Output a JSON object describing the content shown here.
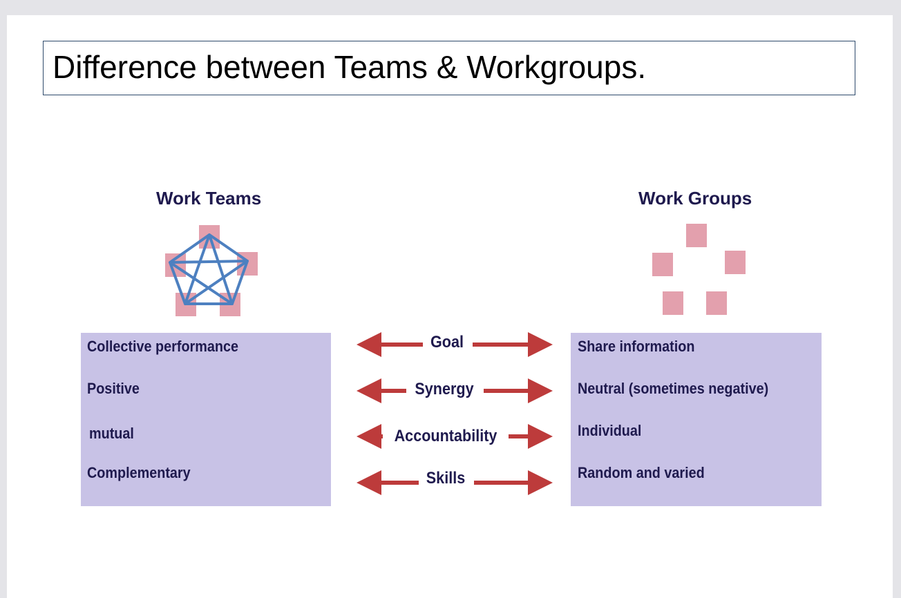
{
  "title": "Difference between Teams & Workgroups.",
  "teams": {
    "heading": "Work Teams",
    "items": [
      "Collective performance",
      "Positive",
      "mutual",
      "Complementary"
    ]
  },
  "groups": {
    "heading": "Work Groups",
    "items": [
      "Share information",
      "Neutral (sometimes negative)",
      "Individual",
      "Random and varied"
    ]
  },
  "dimensions": [
    "Goal",
    "Synergy",
    "Accountability",
    "Skills"
  ],
  "colors": {
    "box": "#c8c2e6",
    "square": "#e3a0ad",
    "star": "#4d80c0",
    "arrow": "#bd3b3b",
    "text": "#1f1a4e"
  }
}
